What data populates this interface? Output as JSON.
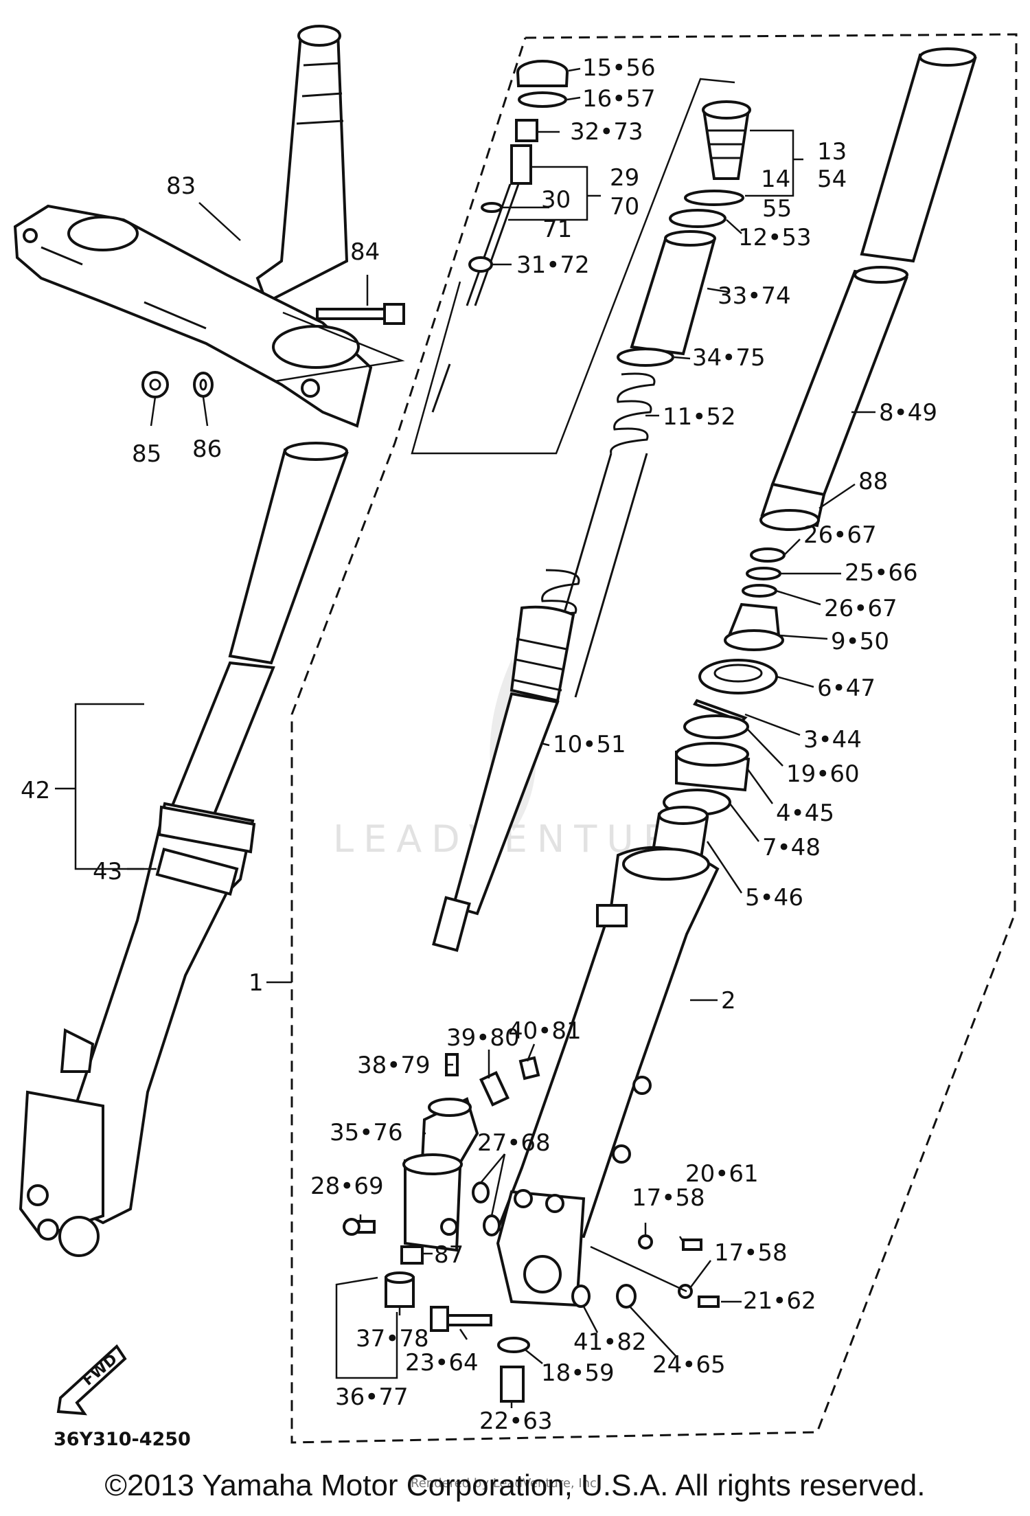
{
  "diagram": {
    "code": "36Y310-4250",
    "fwd_label": "FWD",
    "watermark": "LEADVENTURE",
    "footer_small": "Rendered by LeadVenture, Inc.",
    "copyright": "©2013 Yamaha Motor Corporation, U.S.A. All rights reserved.",
    "callouts": [
      {
        "id": "c15",
        "text": "15•56"
      },
      {
        "id": "c16",
        "text": "16•57"
      },
      {
        "id": "c32",
        "text": "32•73"
      },
      {
        "id": "c29",
        "text": "29"
      },
      {
        "id": "c70",
        "text": "70"
      },
      {
        "id": "c30",
        "text": "30"
      },
      {
        "id": "c71",
        "text": "71"
      },
      {
        "id": "c31",
        "text": "31•72"
      },
      {
        "id": "c13",
        "text": "13"
      },
      {
        "id": "c54",
        "text": "54"
      },
      {
        "id": "c14",
        "text": "14"
      },
      {
        "id": "c55",
        "text": "55"
      },
      {
        "id": "c12",
        "text": "12•53"
      },
      {
        "id": "c33",
        "text": "33•74"
      },
      {
        "id": "c34",
        "text": "34•75"
      },
      {
        "id": "c11",
        "text": "11•52"
      },
      {
        "id": "c8",
        "text": "8•49"
      },
      {
        "id": "c88",
        "text": "88"
      },
      {
        "id": "c26a",
        "text": "26•67"
      },
      {
        "id": "c25",
        "text": "25•66"
      },
      {
        "id": "c26b",
        "text": "26•67"
      },
      {
        "id": "c9",
        "text": "9•50"
      },
      {
        "id": "c6",
        "text": "6•47"
      },
      {
        "id": "c3",
        "text": "3•44"
      },
      {
        "id": "c19",
        "text": "19•60"
      },
      {
        "id": "c4",
        "text": "4•45"
      },
      {
        "id": "c7",
        "text": "7•48"
      },
      {
        "id": "c5",
        "text": "5•46"
      },
      {
        "id": "c10",
        "text": "10•51"
      },
      {
        "id": "c2",
        "text": "2"
      },
      {
        "id": "c1",
        "text": "1"
      },
      {
        "id": "c83",
        "text": "83"
      },
      {
        "id": "c84",
        "text": "84"
      },
      {
        "id": "c85",
        "text": "85"
      },
      {
        "id": "c86",
        "text": "86"
      },
      {
        "id": "c42",
        "text": "42"
      },
      {
        "id": "c43",
        "text": "43"
      },
      {
        "id": "c40",
        "text": "40•81"
      },
      {
        "id": "c39",
        "text": "39•80"
      },
      {
        "id": "c38",
        "text": "38•79"
      },
      {
        "id": "c35",
        "text": "35•76"
      },
      {
        "id": "c27",
        "text": "27•68"
      },
      {
        "id": "c28",
        "text": "28•69"
      },
      {
        "id": "c20",
        "text": "20•61"
      },
      {
        "id": "c17a",
        "text": "17•58"
      },
      {
        "id": "c17b",
        "text": "17•58"
      },
      {
        "id": "c21",
        "text": "21•62"
      },
      {
        "id": "c87",
        "text": "87"
      },
      {
        "id": "c37",
        "text": "37•78"
      },
      {
        "id": "c23",
        "text": "23•64"
      },
      {
        "id": "c41",
        "text": "41•82"
      },
      {
        "id": "c24",
        "text": "24•65"
      },
      {
        "id": "c18",
        "text": "18•59"
      },
      {
        "id": "c36",
        "text": "36•77"
      },
      {
        "id": "c22",
        "text": "22•63"
      }
    ]
  }
}
